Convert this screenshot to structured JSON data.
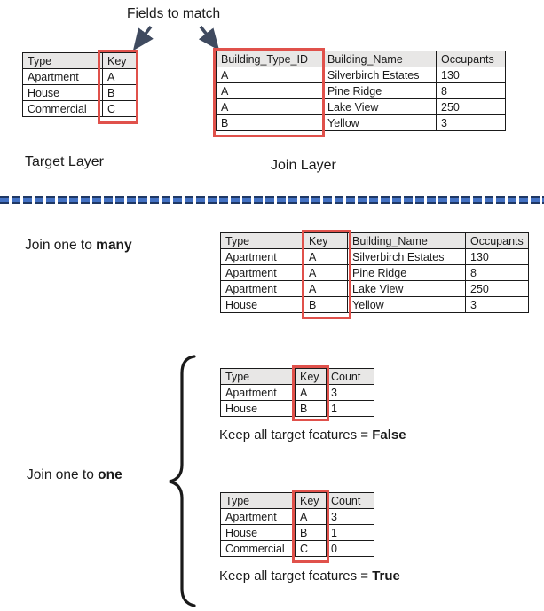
{
  "header": {
    "fields_to_match": "Fields to match"
  },
  "layers": {
    "target_label": "Target Layer",
    "join_label": "Join Layer"
  },
  "sections": {
    "one_to_many": {
      "label_prefix": "Join one to ",
      "label_bold": "many"
    },
    "one_to_one": {
      "label_prefix": "Join one to ",
      "label_bold": "one",
      "keep_false_prefix": "Keep all target features = ",
      "keep_false_bold": "False",
      "keep_true_prefix": "Keep all target features = ",
      "keep_true_bold": "True"
    }
  },
  "tables": {
    "target": {
      "headers": [
        "Type",
        "Key"
      ],
      "rows": [
        [
          "Apartment",
          "A"
        ],
        [
          "House",
          "B"
        ],
        [
          "Commercial",
          "C"
        ]
      ],
      "highlight_col": 1
    },
    "join": {
      "headers": [
        "Building_Type_ID",
        "Building_Name",
        "Occupants"
      ],
      "rows": [
        [
          "A",
          "Silverbirch Estates",
          "130"
        ],
        [
          "A",
          "Pine Ridge",
          "8"
        ],
        [
          "A",
          "Lake View",
          "250"
        ],
        [
          "B",
          "Yellow",
          "3"
        ]
      ],
      "highlight_col": 0
    },
    "one_to_many": {
      "headers": [
        "Type",
        "Key",
        "Building_Name",
        "Occupants"
      ],
      "rows": [
        [
          "Apartment",
          "A",
          "Silverbirch Estates",
          "130"
        ],
        [
          "Apartment",
          "A",
          "Pine Ridge",
          "8"
        ],
        [
          "Apartment",
          "A",
          "Lake View",
          "250"
        ],
        [
          "House",
          "B",
          "Yellow",
          "3"
        ]
      ],
      "highlight_col": 1
    },
    "one_to_one_false": {
      "headers": [
        "Type",
        "Key",
        "Count"
      ],
      "rows": [
        [
          "Apartment",
          "A",
          "3"
        ],
        [
          "House",
          "B",
          "1"
        ]
      ],
      "highlight_col": 1
    },
    "one_to_one_true": {
      "headers": [
        "Type",
        "Key",
        "Count"
      ],
      "rows": [
        [
          "Apartment",
          "A",
          "3"
        ],
        [
          "House",
          "B",
          "1"
        ],
        [
          "Commercial",
          "C",
          "0"
        ]
      ],
      "highlight_col": 1
    }
  },
  "colors": {
    "highlight_box": "#e0514b",
    "table_header_fill": "#e8e7e6",
    "divider_blue": "#4472c4",
    "divider_dark": "#1f3864",
    "arrow": "#3f4a5f",
    "brace": "#1a1a1a"
  }
}
